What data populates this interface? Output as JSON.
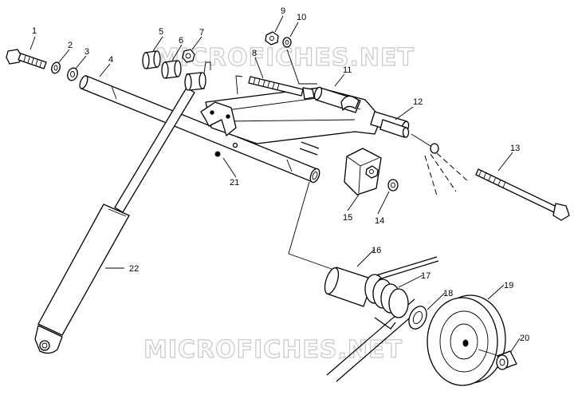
{
  "watermark": "MICROFICHES.NET",
  "callouts": [
    "1",
    "2",
    "3",
    "4",
    "5",
    "6",
    "7",
    "8",
    "9",
    "10",
    "11",
    "12",
    "13",
    "14",
    "15",
    "16",
    "17",
    "18",
    "19",
    "20",
    "21",
    "22"
  ]
}
